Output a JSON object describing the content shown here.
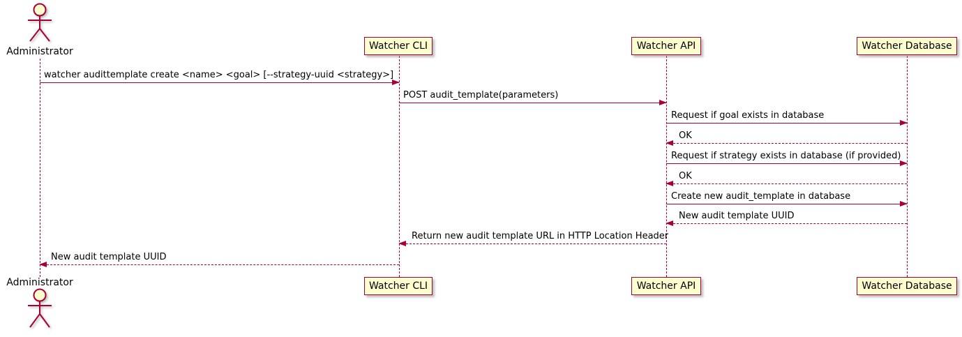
{
  "diagram": {
    "type": "uml-sequence-diagram",
    "colors": {
      "participant_fill": "#FEFECE",
      "line_color": "#A80036",
      "text_color": "#000000",
      "shadow_color": "#8c8c8c"
    },
    "actor": {
      "label": "Administrator"
    },
    "participants": [
      {
        "label": "Watcher CLI"
      },
      {
        "label": "Watcher API"
      },
      {
        "label": "Watcher Database"
      }
    ],
    "messages": [
      {
        "from": "Administrator",
        "to": "Watcher CLI",
        "style": "solid",
        "label": "watcher audittemplate create <name> <goal> [--strategy-uuid <strategy>]"
      },
      {
        "from": "Watcher CLI",
        "to": "Watcher API",
        "style": "solid",
        "label": "POST audit_template(parameters)"
      },
      {
        "from": "Watcher API",
        "to": "Watcher Database",
        "style": "solid",
        "label": "Request if goal exists in database"
      },
      {
        "from": "Watcher Database",
        "to": "Watcher API",
        "style": "dashed",
        "label": "OK"
      },
      {
        "from": "Watcher API",
        "to": "Watcher Database",
        "style": "solid",
        "label": "Request if strategy exists in database (if provided)"
      },
      {
        "from": "Watcher Database",
        "to": "Watcher API",
        "style": "dashed",
        "label": "OK"
      },
      {
        "from": "Watcher API",
        "to": "Watcher Database",
        "style": "solid",
        "label": "Create new audit_template in database"
      },
      {
        "from": "Watcher Database",
        "to": "Watcher API",
        "style": "dashed",
        "label": "New audit template UUID"
      },
      {
        "from": "Watcher API",
        "to": "Watcher CLI",
        "style": "dashed",
        "label": "Return new audit template URL in HTTP Location Header"
      },
      {
        "from": "Watcher CLI",
        "to": "Administrator",
        "style": "dashed",
        "label": "New audit template UUID"
      }
    ]
  }
}
